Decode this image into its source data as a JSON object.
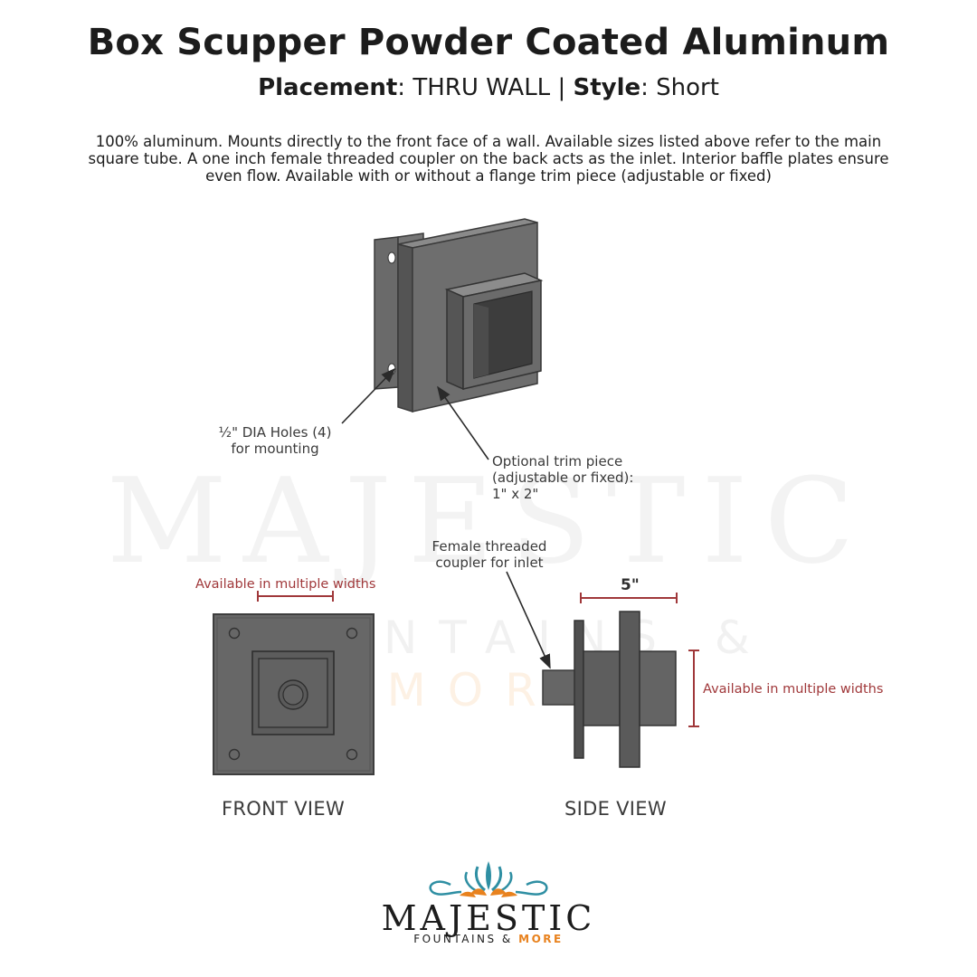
{
  "header": {
    "title": "Box Scupper Powder Coated Aluminum",
    "placement_label": "Placement",
    "placement_value": "THRU WALL",
    "separator": "|",
    "style_label": "Style",
    "style_value": "Short"
  },
  "description": [
    "100% aluminum. Mounts directly to the front face of a wall. Available sizes listed above refer to the main",
    "square tube. A one inch female threaded coupler on the back acts as the inlet. Interior baffle plates ensure",
    "even flow. Available with or without a flange trim piece (adjustable or fixed)"
  ],
  "watermark": {
    "brand": "MAJESTIC",
    "tagline_a": "FOUNTAINS",
    "amp": "&",
    "more": "MORE"
  },
  "callouts": {
    "holes_line1": "½\" DIA Holes (4)",
    "holes_line2": "for mounting",
    "trim_line1": "Optional trim piece",
    "trim_line2": "(adjustable or fixed):",
    "trim_line3": "1\" x 2\"",
    "coupler_line1": "Female threaded",
    "coupler_line2": "coupler for inlet",
    "width_front": "Available in multiple widths",
    "depth": "5\"",
    "width_side": "Available in multiple widths"
  },
  "views": {
    "front": "FRONT VIEW",
    "side": "SIDE VIEW"
  },
  "logo": {
    "brand": "MAJESTIC",
    "tagline": "FOUNTAINS &",
    "more": "MORE"
  },
  "colors": {
    "dimension_red": "#a0383a",
    "part_gray": "#5f5f5f",
    "logo_orange": "#e8821e",
    "logo_teal": "#2f8fa3"
  }
}
